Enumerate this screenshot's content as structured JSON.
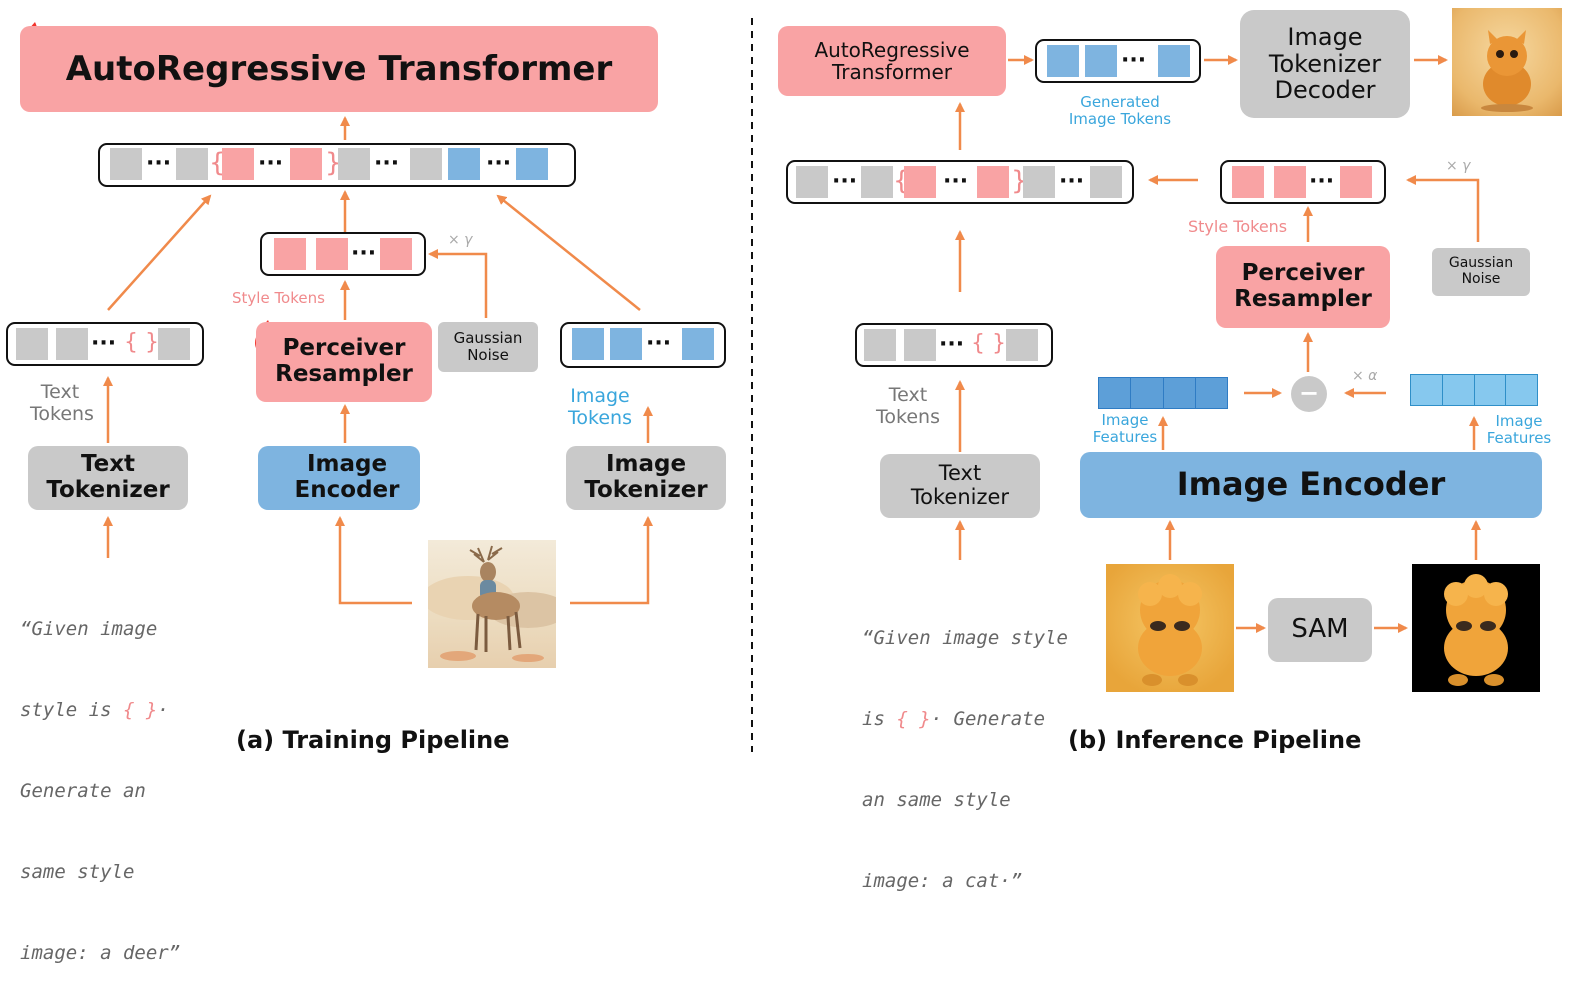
{
  "training": {
    "transformer_label": "AutoRegressive Transformer",
    "text_tokenizer_label": "Text Tokenizer",
    "text_tokens_label": "Text Tokens",
    "image_encoder_label": "Image Encoder",
    "perceiver_label": "Perceiver Resampler",
    "style_tokens_label": "Style Tokens",
    "gaussian_noise_label": "Gaussian Noise",
    "gamma_label": "× γ",
    "image_tokens_label": "Image Tokens",
    "image_tokenizer_label": "Image Tokenizer",
    "prompt_lines": [
      "“Given image",
      "style is ",
      "{ }",
      "·",
      "Generate an",
      "same style",
      "image: a deer”"
    ],
    "caption": "(a) Training Pipeline"
  },
  "inference": {
    "transformer_label": "AutoRegressive Transformer",
    "generated_tokens_label": "Generated Image Tokens",
    "decoder_label": "Image Tokenizer Decoder",
    "style_tokens_label": "Style Tokens",
    "perceiver_label": "Perceiver Resampler",
    "gaussian_noise_label": "Gaussian Noise",
    "gamma_label": "× γ",
    "alpha_label": "× α",
    "minus_label": "−",
    "image_features_label": "Image Features",
    "image_encoder_label": "Image Encoder",
    "text_tokens_label": "Text Tokens",
    "text_tokenizer_label": "Text Tokenizer",
    "sam_label": "SAM",
    "prompt_lines": [
      "“Given image style",
      "is ",
      "{ }",
      "· Generate",
      "an same style",
      "image: a cat·”"
    ],
    "caption": "(b) Inference Pipeline"
  },
  "symbols": {
    "ellipsis": "···",
    "brace_open": "{",
    "brace_close": "}",
    "empty_braces": "{ }"
  },
  "colors": {
    "trainable_pink": "#f9a3a4",
    "frozen_blue": "#7eb4e0",
    "neutral_gray": "#c9c9c9",
    "arrow_orange": "#f08a4b",
    "label_blue": "#3aa6dc",
    "label_pink": "#f08a8c",
    "fire_red": "#f2332b"
  },
  "icons": {
    "trainable": "fire-icon",
    "frozen": "snowflake-icon"
  }
}
